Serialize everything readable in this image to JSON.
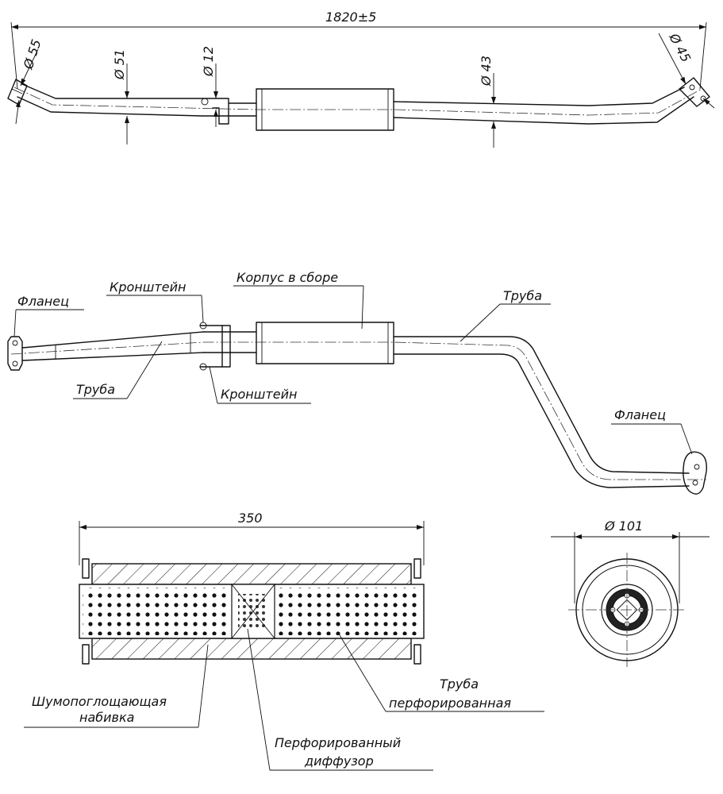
{
  "dimensions": {
    "overall_length": "1820±5",
    "d_inlet": "Ø 55",
    "d_pipe_front": "Ø 51",
    "d_bracket": "Ø 12",
    "d_pipe_rear": "Ø 43",
    "d_outlet": "Ø 45",
    "muffler_length": "350",
    "muffler_diameter": "Ø 101"
  },
  "labels": {
    "flange_front": "Фланец",
    "bracket_top": "Кронштейн",
    "body_assembly": "Корпус в сборе",
    "pipe_rear": "Труба",
    "pipe_front": "Труба",
    "bracket_bottom": "Кронштейн",
    "flange_rear": "Фланец",
    "sound_absorbing_line1": "Шумопоглощающая",
    "sound_absorbing_line2": "набивка",
    "perforated_pipe_line1": "Труба",
    "perforated_pipe_line2": "перфорированная",
    "perforated_diffuser_line1": "Перфорированный",
    "perforated_diffuser_line2": "диффузор"
  }
}
